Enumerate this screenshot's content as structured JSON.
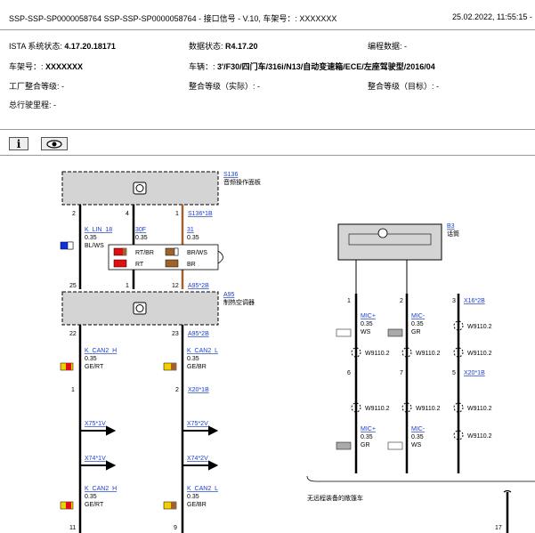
{
  "header": {
    "title": "SSP-SSP-SP0000058764 SSP-SSP-SP0000058764 - 接口信号 - V.10, 车架号：: XXXXXXX",
    "datetime": "25.02.2022, 11:55:15 -"
  },
  "info": {
    "ista_label": "ISTA 系统状态: ",
    "ista_value": "4.17.20.18171",
    "data_label": "数据状态: ",
    "data_value": "R4.17.20",
    "prog_label": "编程数据: -",
    "vin_label": "车架号：: ",
    "vin_value": "XXXXXXX",
    "vehicle_label": "车辆：: ",
    "vehicle_value": "3'/F30/四门车/316i/N13/自动变速箱/ECE/左座驾驶型/2016/04",
    "factory_level": "工厂整合等级: -",
    "actual_level": "整合等级（实际）: -",
    "target_level": "整合等级（目标）: -",
    "mileage": "总行驶里程: -"
  },
  "toolbar": {
    "info_icon": "info-icon",
    "view_icon": "eye-icon"
  },
  "diagram": {
    "s136_id": "S136",
    "s136_name": "音频操作面板",
    "a95_id": "A95",
    "a95_name": "制热空调器",
    "b3_id": "B3",
    "b3_name": "话筒",
    "conn_s136": "S136*1B",
    "conn_a95_2b_top": "A95*2B",
    "conn_a95_2b": "A95*2B",
    "conn_x20": "X20*1B",
    "conn_x16": "X16*2B",
    "conn_x20b": "X20*1B",
    "conn_x75_1": "X75*1V",
    "conn_x75_2": "X75*2V",
    "conn_x74_1": "X74*1V",
    "conn_x74_2": "X74*2V",
    "sig_klin": "K_LIN_18",
    "sig_30f": "30F",
    "sig_31": "31",
    "sig_kcan2h": "K_CAN2_H",
    "sig_kcan2l": "K_CAN2_L",
    "sig_mic_p": "MIC+",
    "sig_mic_m": "MIC-",
    "size": "0.35",
    "col_blws": "BL/WS",
    "col_rtbr": "RT/BR",
    "col_brws": "BR/WS",
    "col_rt": "RT",
    "col_br": "BR",
    "col_gert": "GE/RT",
    "col_gebr": "GE/BR",
    "col_ws": "WS",
    "col_gr": "GR",
    "w9110": "W9110.2",
    "note": "无远程装备的敞篷车",
    "pins": {
      "p2": "2",
      "p4": "4",
      "p1": "1",
      "p25": "25",
      "p1b": "1",
      "p12": "12",
      "p22": "22",
      "p23": "23",
      "p1c": "1",
      "p2c": "2",
      "p11": "11",
      "p9": "9",
      "p17": "17",
      "pb1": "1",
      "pb2": "2",
      "pb3": "3",
      "pb6": "6",
      "pb7": "7",
      "pb5": "5"
    }
  },
  "colors": {
    "link": "#1a3fcc",
    "wire": "#000000",
    "brown_wire": "#a0622d",
    "box_fill": "#d4d4d4",
    "blue": "#1030e0",
    "red": "#e01010",
    "brown": "#a0622d",
    "yellow": "#f0d000"
  }
}
